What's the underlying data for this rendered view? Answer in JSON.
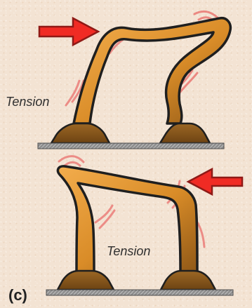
{
  "labels": {
    "top_tension": "Tension",
    "bottom_tension": "Tension",
    "panel_label": "(c)"
  }
}
